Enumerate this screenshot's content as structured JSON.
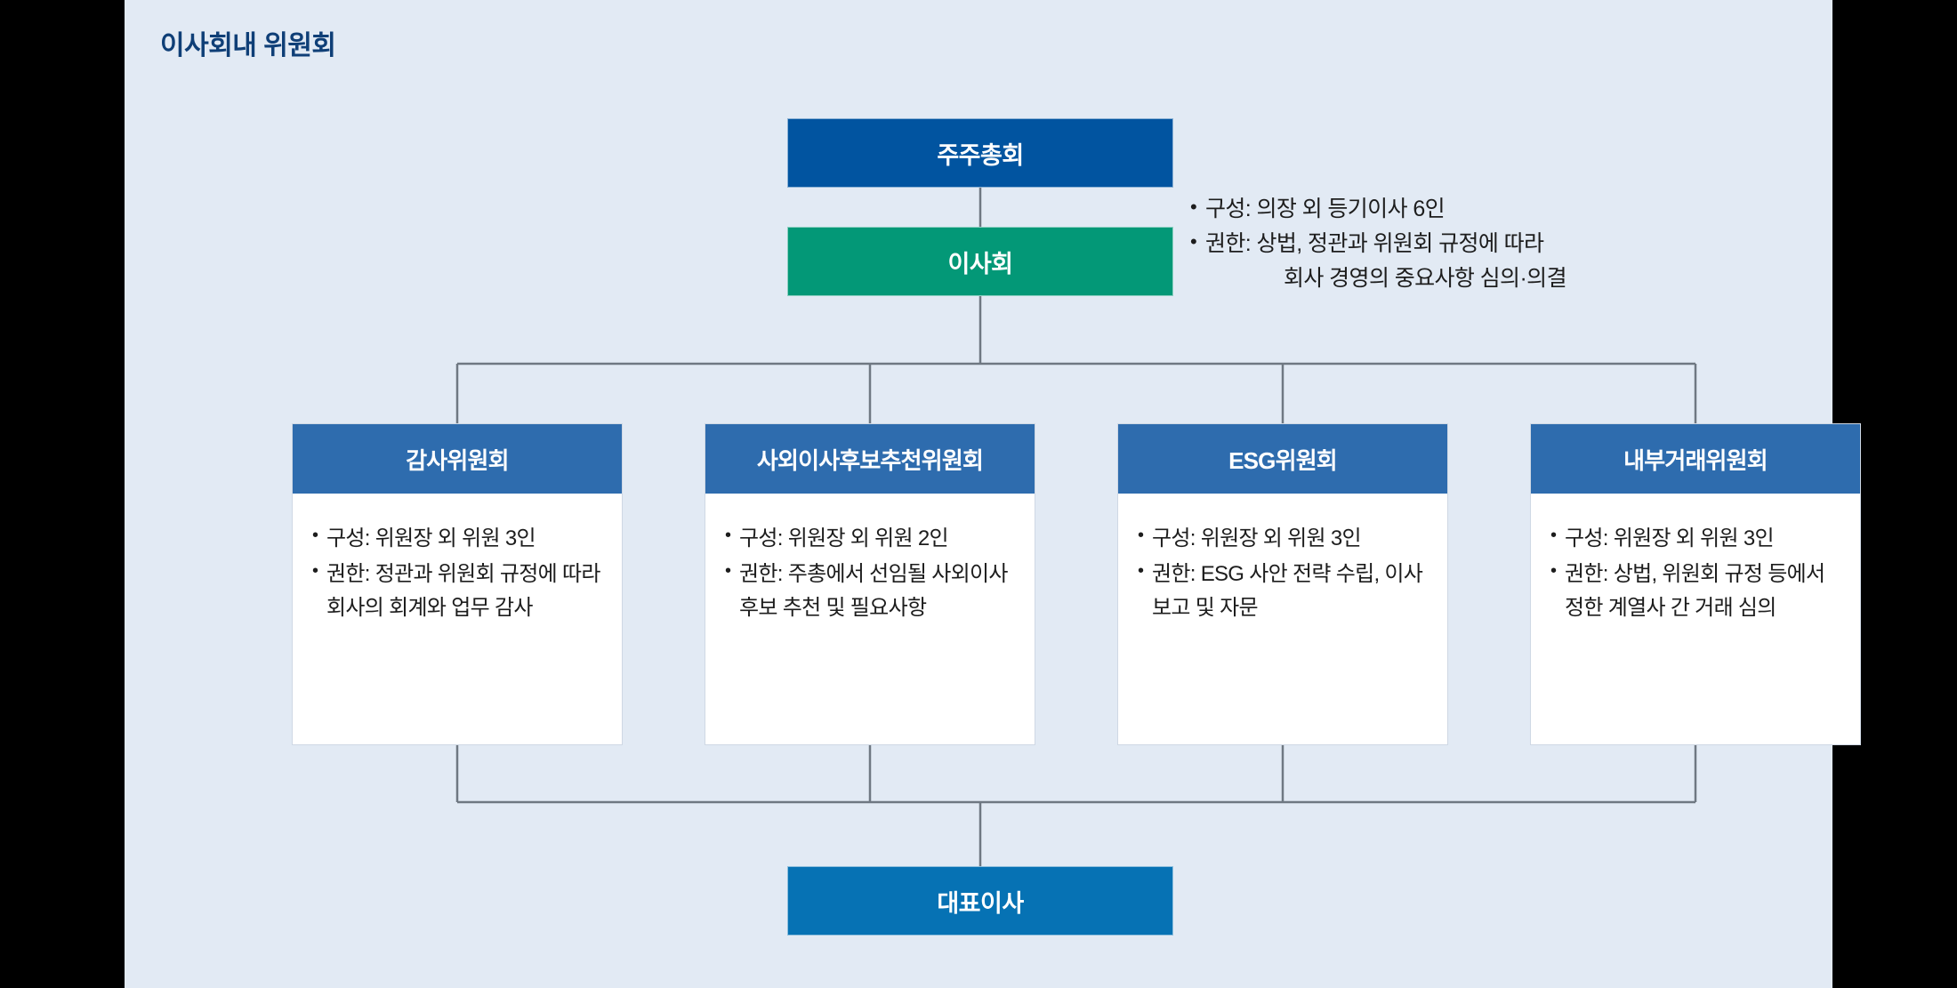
{
  "page": {
    "title": "이사회내 위원회",
    "background_panel_color": "#e2eaf4",
    "title_color": "#0f3f77"
  },
  "nodes": {
    "shareholders": {
      "label": "주주총회",
      "color": "#0154a0"
    },
    "board": {
      "label": "이사회",
      "color": "#039877"
    },
    "ceo": {
      "label": "대표이사",
      "color": "#0672b4"
    }
  },
  "board_notes": {
    "bullet": "•",
    "composition": "구성: 의장 외 등기이사 6인",
    "authority_line1": "권한: 상법, 정관과 위원회 규정에 따라",
    "authority_line2": "회사 경영의 중요사항 심의·의결"
  },
  "committees": [
    {
      "name": "감사위원회",
      "header_color": "#2e6cae",
      "bullet": "•",
      "composition": "구성: 위원장 외 위원 3인",
      "authority": "권한: 정관과 위원회 규정에 따라 회사의 회계와 업무 감사"
    },
    {
      "name": "사외이사후보추천위원회",
      "header_color": "#2e6cae",
      "bullet": "•",
      "composition": "구성: 위원장 외 위원 2인",
      "authority": "권한: 주총에서 선임될 사외이사 후보 추천 및 필요사항"
    },
    {
      "name": "ESG위원회",
      "header_color": "#2e6cae",
      "bullet": "•",
      "composition": "구성: 위원장 외 위원 3인",
      "authority": "권한: ESG 사안 전략 수립, 이사 보고 및 자문"
    },
    {
      "name": "내부거래위원회",
      "header_color": "#2e6cae",
      "bullet": "•",
      "composition": "구성: 위원장 외 위원 3인",
      "authority": "권한: 상법, 위원회 규정 등에서 정한 계열사 간 거래 심의"
    }
  ]
}
